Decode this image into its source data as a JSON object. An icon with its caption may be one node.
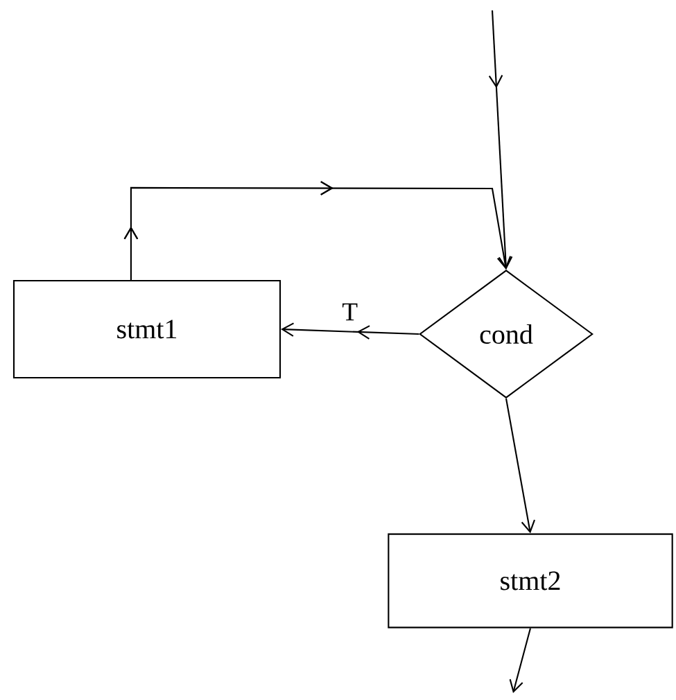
{
  "diagram": {
    "nodes": [
      {
        "text": [
          "stmt1"
        ]
      },
      {
        "text": [
          "cond"
        ]
      },
      {
        "text": [
          "stmt2"
        ]
      }
    ],
    "edges": [
      {
        "from": null,
        "to": 1,
        "arrow": "to"
      },
      {
        "from": 0,
        "to": 1,
        "arrow": "to"
      },
      {
        "from": 1,
        "to": 0,
        "arrow": "to",
        "label": "T"
      },
      {
        "from": 1,
        "to": 2,
        "arrow": "to"
      },
      {
        "from": 2,
        "to": null,
        "arrow": "to"
      }
    ]
  }
}
